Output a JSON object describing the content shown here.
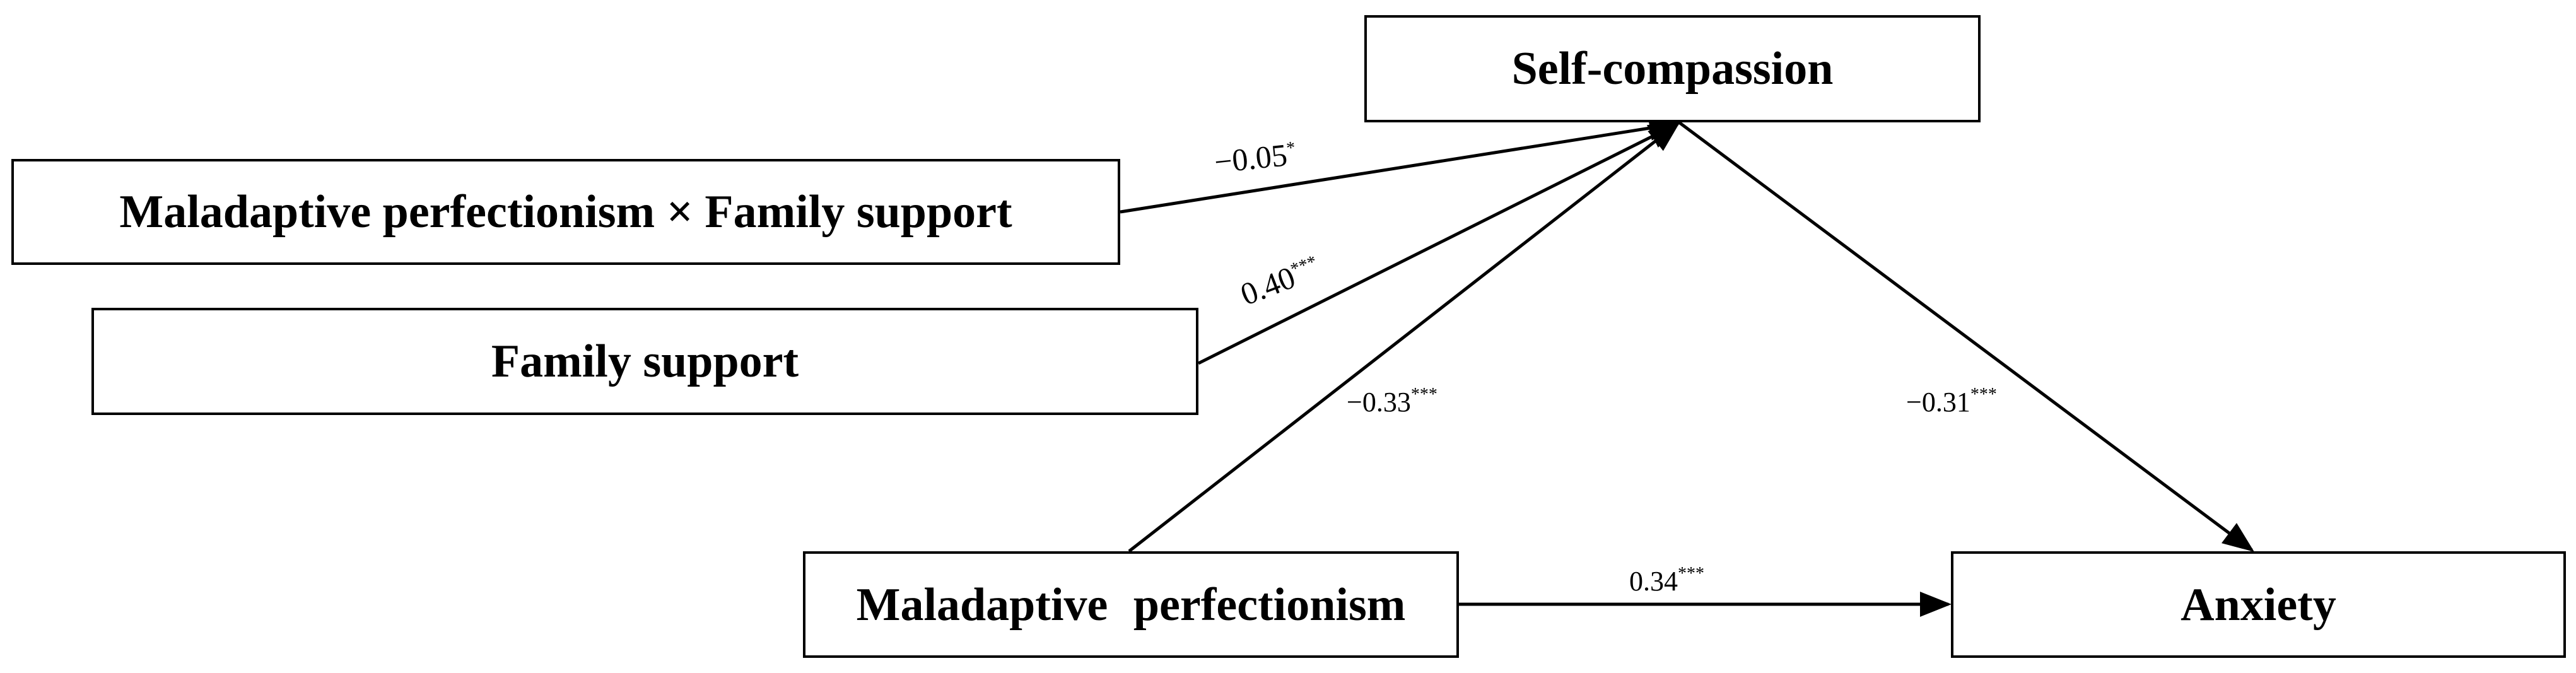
{
  "nodes": {
    "self_compassion": "Self-compassion",
    "interaction": "Maladaptive perfectionism × Family support",
    "family_support": "Family support",
    "maladaptive_perfectionism": "Maladaptive perfectionism",
    "anxiety": "Anxiety"
  },
  "paths": {
    "interaction_to_self_compassion": {
      "value": "−0.05",
      "sig": "*"
    },
    "family_support_to_self_compassion": {
      "value": "0.40",
      "sig": "***"
    },
    "maladaptive_to_self_compassion": {
      "value": "−0.33",
      "sig": "***"
    },
    "self_compassion_to_anxiety": {
      "value": "−0.31",
      "sig": "***"
    },
    "maladaptive_to_anxiety": {
      "value": "0.34",
      "sig": "***"
    }
  },
  "colors": {
    "stroke": "#000000",
    "background": "#ffffff"
  }
}
